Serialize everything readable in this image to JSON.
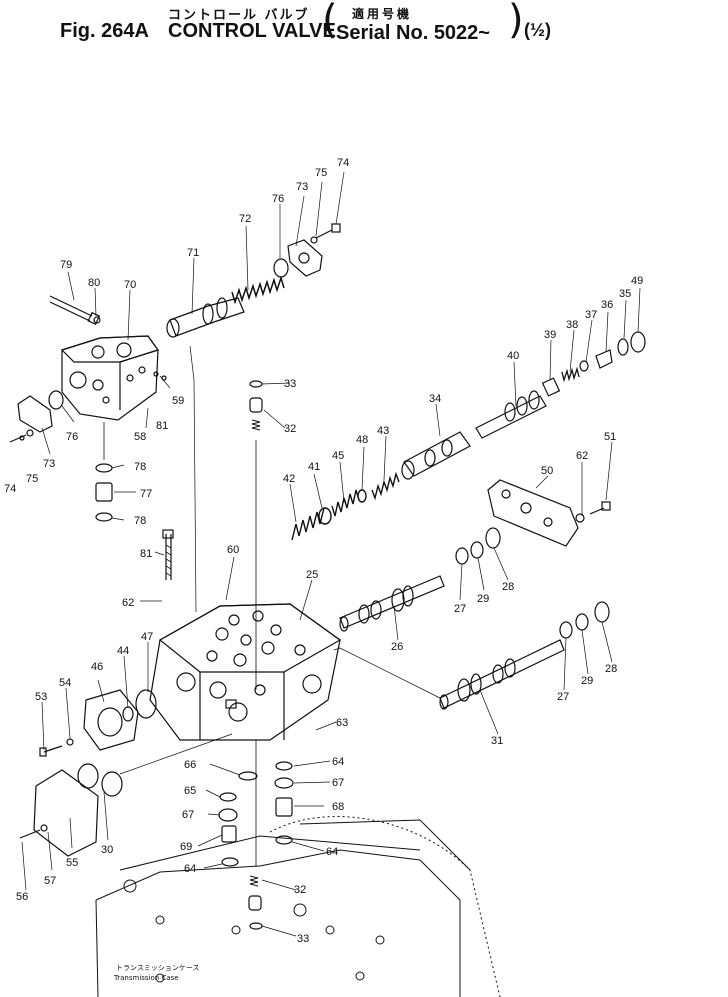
{
  "header": {
    "jp_title": "コントロール バルブ",
    "fig_no": "Fig. 264A",
    "title": "CONTROL VALVE",
    "jp_applicable": "適用号機",
    "serial": "Serial No. 5022~",
    "sheet": "(½)"
  },
  "caption": {
    "jp": "トランスミッションケース",
    "en": "Transmission Case"
  },
  "callouts": {
    "c79": "79",
    "c80": "80",
    "c70": "70",
    "c71": "71",
    "c72": "72",
    "c76a": "76",
    "c73a": "73",
    "c75a": "75",
    "c74a": "74",
    "c59": "59",
    "c58": "58",
    "c81a": "81",
    "c76b": "76",
    "c73b": "73",
    "c75b": "75",
    "c74b": "74",
    "c78a": "78",
    "c77": "77",
    "c78b": "78",
    "c81b": "81",
    "c62a": "62",
    "c60": "60",
    "c33a": "33",
    "c32a": "32",
    "c34": "34",
    "c40": "40",
    "c39": "39",
    "c38": "38",
    "c37": "37",
    "c36": "36",
    "c35": "35",
    "c49": "49",
    "c41": "41",
    "c45": "45",
    "c48": "48",
    "c43": "43",
    "c42": "42",
    "c50": "50",
    "c62b": "62",
    "c51": "51",
    "c25": "25",
    "c26": "26",
    "c27a": "27",
    "c29a": "29",
    "c28a": "28",
    "c27b": "27",
    "c29b": "29",
    "c28b": "28",
    "c31": "31",
    "c47": "47",
    "c44": "44",
    "c46": "46",
    "c54": "54",
    "c53": "53",
    "c63": "63",
    "c64a": "64",
    "c67a": "67",
    "c66": "66",
    "c65": "65",
    "c67b": "67",
    "c68": "68",
    "c69": "69",
    "c64b": "64",
    "c64c": "64",
    "c32b": "32",
    "c33b": "33",
    "c55": "55",
    "c30": "30",
    "c56": "56",
    "c57": "57"
  }
}
